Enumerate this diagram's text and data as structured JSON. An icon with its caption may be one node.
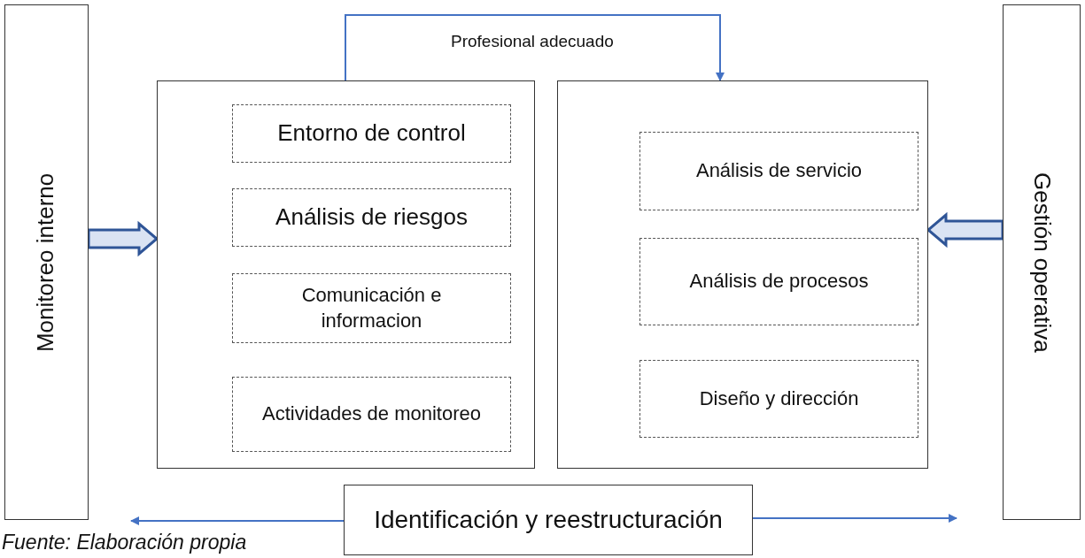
{
  "diagram": {
    "caption": "Fuente: Elaboración propia",
    "nodes": [
      {
        "text": [
          "Monitoreo interno"
        ]
      },
      {
        "text": [],
        "shape": "box"
      },
      {
        "text": [
          "Entorno de control"
        ],
        "in": 1
      },
      {
        "text": [
          "Análisis de riesgos"
        ],
        "in": 1
      },
      {
        "text": [
          "Comunicación e informacion"
        ],
        "in": 1
      },
      {
        "text": [
          "Actividades de monitoreo"
        ],
        "in": 1
      },
      {
        "text": [],
        "shape": "box"
      },
      {
        "text": [
          "Análisis de servicio"
        ],
        "in": 6
      },
      {
        "text": [
          "Análisis de procesos"
        ],
        "in": 6
      },
      {
        "text": [
          "Diseño y dirección"
        ],
        "in": 6
      },
      {
        "text": [
          "Gestión operativa"
        ]
      },
      {
        "text": [
          "Identificación y reestructuración"
        ]
      }
    ],
    "edges": [
      {
        "from": 1,
        "to": 6,
        "arrow": "to",
        "label": "Profesional adecuado"
      },
      {
        "from": 0,
        "to": 1,
        "arrow": "to",
        "style": "thick",
        "color": "#2f5597"
      },
      {
        "from": 10,
        "to": 6,
        "arrow": "to",
        "style": "thick",
        "color": "#2f5597"
      },
      {
        "from": 11,
        "to": null,
        "arrow": "to"
      },
      {
        "from": 11,
        "to": null,
        "arrow": "to"
      }
    ]
  }
}
